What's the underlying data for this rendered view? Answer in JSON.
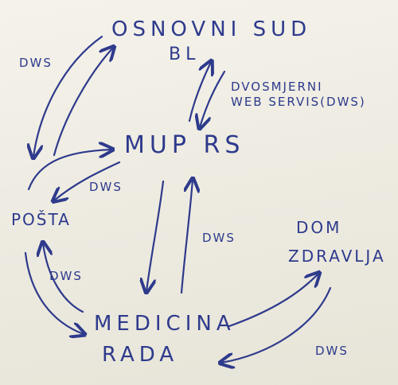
{
  "diagram": {
    "ink_color": "#2e3a8c",
    "paper_color": "#f1efe6",
    "nodes": {
      "osnovni_sud": {
        "line1": "OSNOVNI SUD",
        "line2": "BL"
      },
      "mup_rs": {
        "label": "MUP RS"
      },
      "posta": {
        "label": "POŠTA"
      },
      "dom_zdravlja": {
        "line1": "DOM",
        "line2": "ZDRAVLJA"
      },
      "medicina_rada": {
        "line1": "MEDICINA",
        "line2": "RADA"
      }
    },
    "edge_labels": {
      "sud_posta": "DWS",
      "sud_mup": {
        "line1": "DVOSMJERNI",
        "line2": "WEB SERVIS(DWS)"
      },
      "mup_posta": "DWS",
      "mup_medicina": "DWS",
      "posta_medicina": "DWS",
      "medicina_dom": "DWS"
    }
  }
}
